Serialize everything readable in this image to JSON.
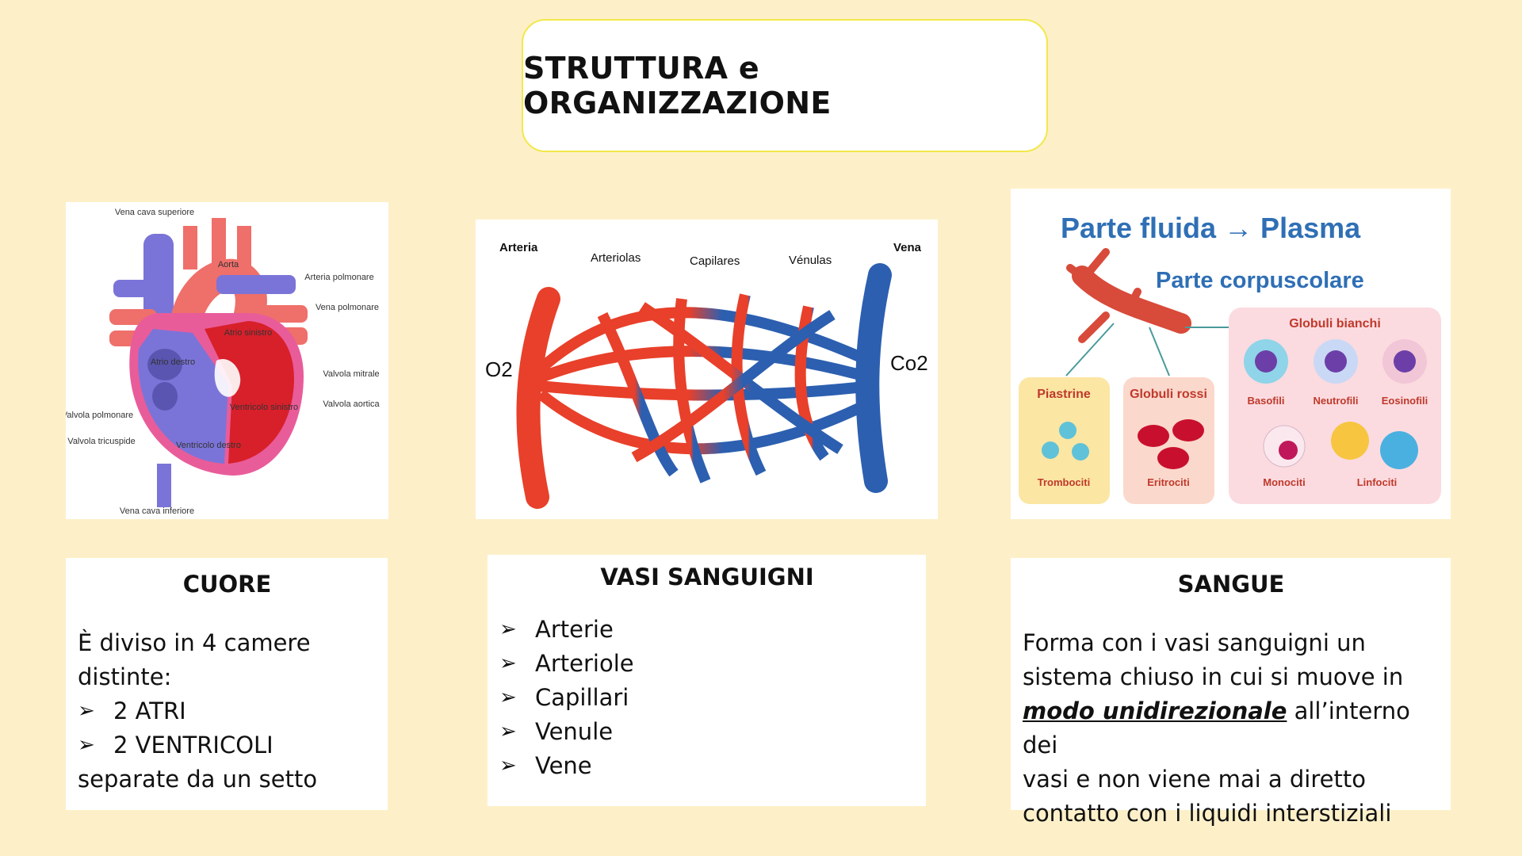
{
  "title": "STRUTTURA e ORGANIZZAZIONE",
  "colors": {
    "background": "#fdf0c9",
    "title_border": "#f2e84a",
    "artery": "#e8402a",
    "vein": "#2c5fb0",
    "plasma_title": "#2f6fb5"
  },
  "heart_diagram": {
    "labels": {
      "vena_cava_sup": "Vena cava superiore",
      "aorta": "Aorta",
      "arteria_polmonare": "Arteria polmonare",
      "vena_polmonare": "Vena polmonare",
      "atrio_destro": "Atrio destro",
      "atrio_sinistro": "Atrio sinistro",
      "valvola_mitrale": "Valvola mitrale",
      "valvola_aortica": "Valvola aortica",
      "valvola_polmonare": "Valvola polmonare",
      "valvola_tricuspide": "Valvola tricuspide",
      "ventricolo_destro": "Ventricolo destro",
      "ventricolo_sinistro": "Ventricolo sinistro",
      "vena_cava_inf": "Vena cava inferiore"
    }
  },
  "vessels_diagram": {
    "labels": {
      "arteria": "Arteria",
      "arteriolas": "Arteriolas",
      "capilares": "Capilares",
      "venulas": "Vénulas",
      "vena": "Vena",
      "o2": "O2",
      "co2": "Co2"
    }
  },
  "blood_diagram": {
    "plasma": "Parte fluida → Plasma",
    "corpuscolare": "Parte corpuscolare",
    "piastrine": "Piastrine",
    "trombociti": "Trombociti",
    "globuli_rossi": "Globuli rossi",
    "eritrociti": "Eritrociti",
    "globuli_bianchi": "Globuli bianchi",
    "basofili": "Basofili",
    "neutrofili": "Neutrofili",
    "eosinofili": "Eosinofili",
    "monociti": "Monociti",
    "linfociti": "Linfociti"
  },
  "cards": {
    "cuore": {
      "heading": "CUORE",
      "intro_1": "È diviso in 4 camere",
      "intro_2": "distinte:",
      "item_1": "2 ATRI",
      "item_2": "2 VENTRICOLI",
      "outro": "separate da un setto",
      "bullet": "➢"
    },
    "vasi": {
      "heading": "VASI SANGUIGNI",
      "bullet": "➢",
      "items": [
        "Arterie",
        "Arteriole",
        "Capillari",
        "Venule",
        "Vene"
      ]
    },
    "sangue": {
      "heading": "SANGUE",
      "line_1": "Forma con i vasi sanguigni  un",
      "line_2": "sistema chiuso  in cui si muove in",
      "line_3_em": "modo unidirezionale",
      "line_3_rest": " all’interno dei",
      "line_4": "vasi e non viene mai a diretto",
      "line_5": "contatto con i liquidi interstiziali"
    }
  }
}
